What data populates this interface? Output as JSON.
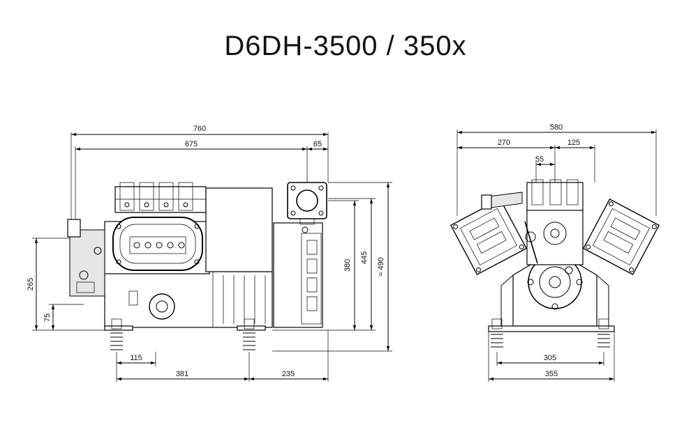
{
  "title": "D6DH-3500 / 350x",
  "side_view": {
    "dim_overall_length": "760",
    "dim_body_length": "675",
    "dim_flange_offset": "65",
    "dim_total_height": "≈ 490",
    "dim_height_445": "445",
    "dim_height_380": "380",
    "dim_height_265": "265",
    "dim_height_75": "75",
    "dim_foot_115": "115",
    "dim_foot_381": "381",
    "dim_foot_235": "235"
  },
  "end_view": {
    "dim_overall_width": "580",
    "dim_left_270": "270",
    "dim_right_125": "125",
    "dim_center_55": "55",
    "dim_feet_305": "305",
    "dim_base_355": "355"
  },
  "colors": {
    "line": "#000000",
    "background": "#ffffff"
  }
}
